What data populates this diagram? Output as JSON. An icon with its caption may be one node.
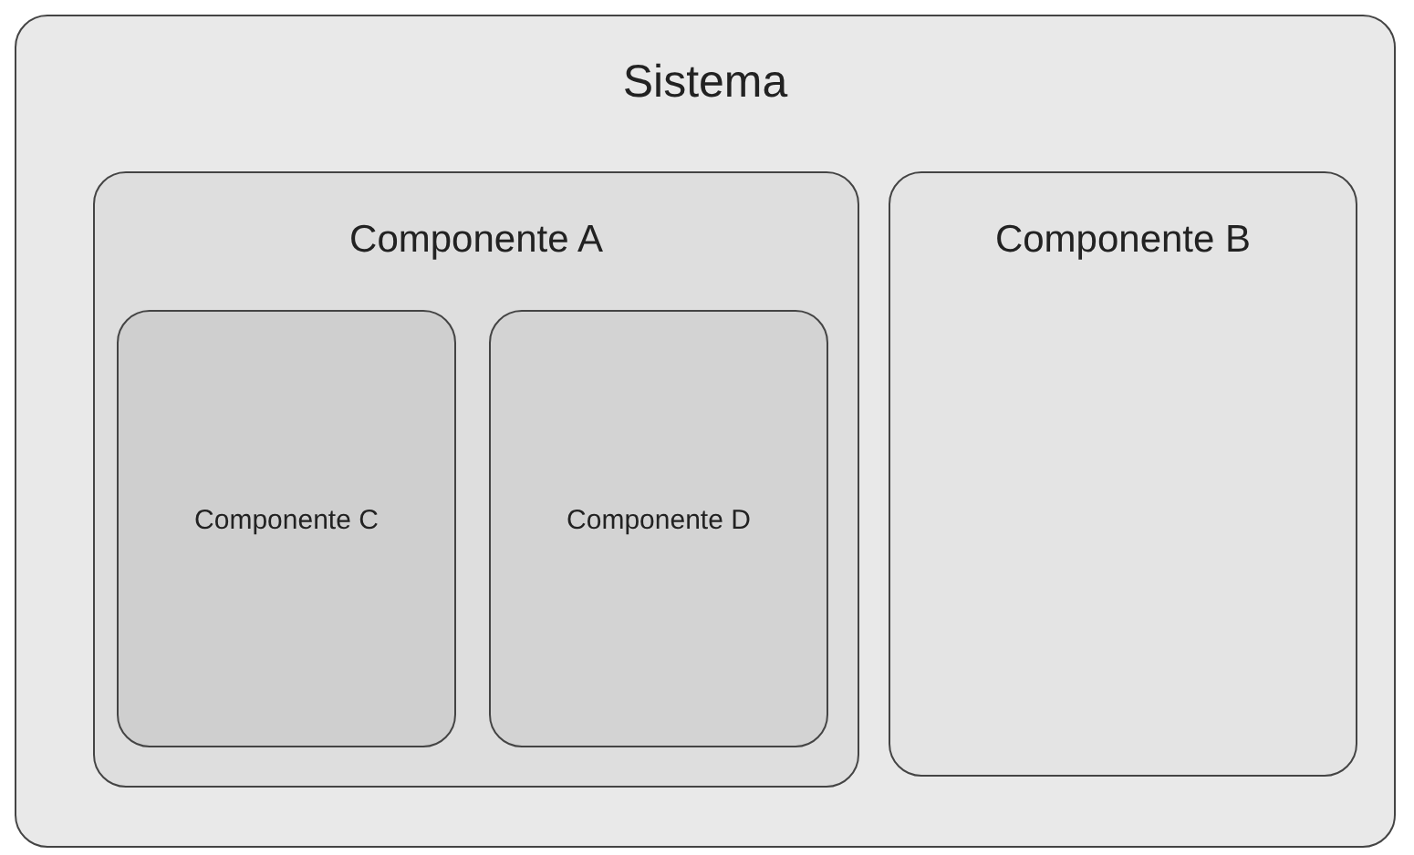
{
  "diagram": {
    "nodes": [
      {
        "text": [
          "Sistema"
        ]
      },
      {
        "text": [
          "Componente A"
        ],
        "in": 0
      },
      {
        "text": [
          "Componente C"
        ],
        "in": 1
      },
      {
        "text": [
          "Componente D"
        ],
        "in": 1
      },
      {
        "text": [
          "Componente B"
        ],
        "in": 0
      }
    ]
  }
}
